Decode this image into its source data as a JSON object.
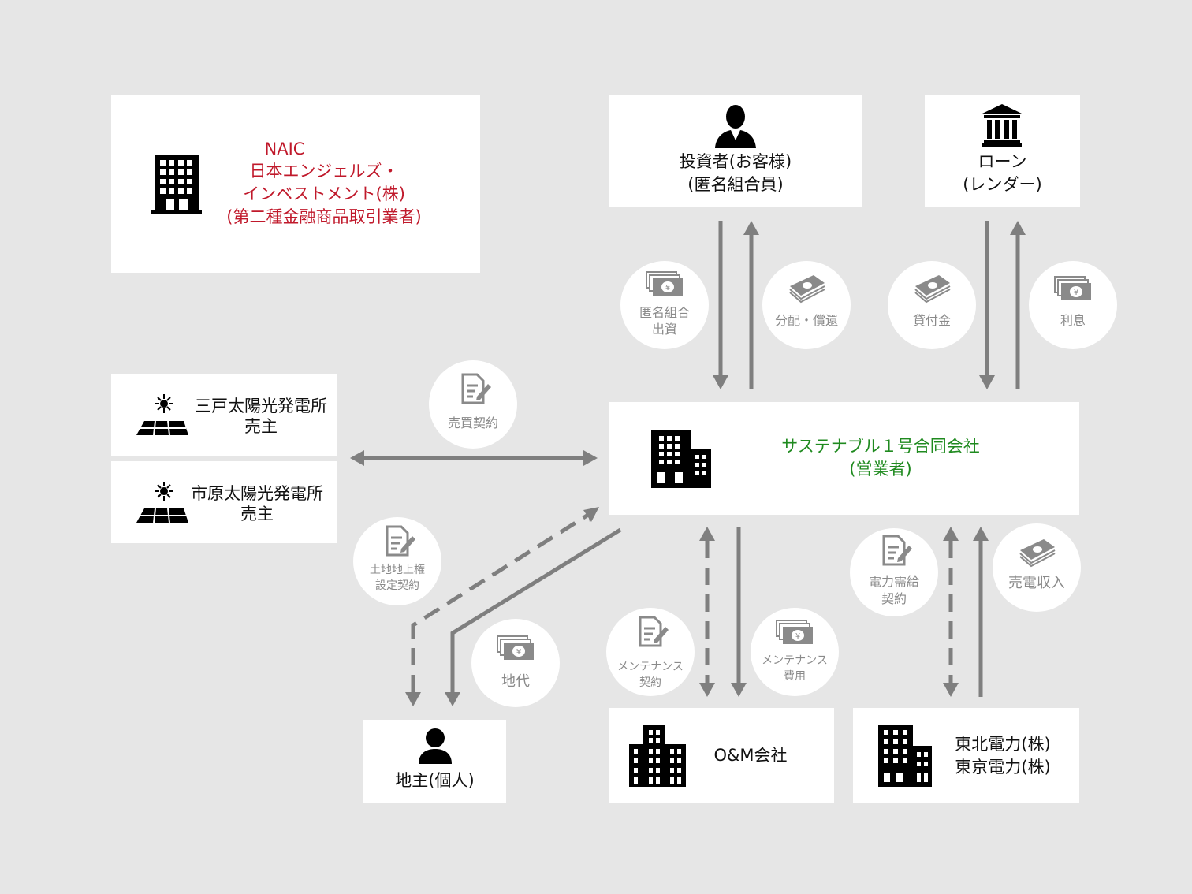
{
  "nodes": {
    "naic": {
      "line1": "NAIC",
      "line2": "日本エンジェルズ・",
      "line3": "インベストメント(株)",
      "line4": "(第二種金融商品取引業者)"
    },
    "investor": {
      "line1": "投資者(お客様)",
      "line2": "(匿名組合員)"
    },
    "lender": {
      "line1": "ローン",
      "line2": "(レンダー)"
    },
    "seller1": {
      "line1": "三戸太陽光発電所",
      "line2": "売主"
    },
    "seller2": {
      "line1": "市原太陽光発電所",
      "line2": "売主"
    },
    "operator": {
      "line1": "サステナブル１号合同会社",
      "line2": "(営業者)"
    },
    "landowner": {
      "label": "地主(個人)"
    },
    "om": {
      "label": "O&M会社"
    },
    "utility": {
      "line1": "東北電力(株)",
      "line2": "東京電力(株)"
    }
  },
  "flows": {
    "anonymous_investment": {
      "line1": "匿名組合",
      "line2": "出資"
    },
    "distribution": {
      "label": "分配・償還"
    },
    "loan": {
      "label": "貸付金"
    },
    "interest": {
      "label": "利息"
    },
    "sales_contract": {
      "label": "売買契約"
    },
    "superficies": {
      "line1": "土地地上権",
      "line2": "設定契約"
    },
    "land_rent": {
      "label": "地代"
    },
    "maintenance_contract": {
      "line1": "メンテナンス",
      "line2": "契約"
    },
    "maintenance_cost": {
      "line1": "メンテナンス",
      "line2": "費用"
    },
    "power_contract": {
      "line1": "電力需給",
      "line2": "契約"
    },
    "power_revenue": {
      "label": "売電収入"
    }
  },
  "colors": {
    "background": "#e6e6e6",
    "arrow": "#7f7f7f",
    "circle_text": "#8a8a8a",
    "naic_text": "#c0192b",
    "operator_text": "#1f8a1f"
  }
}
